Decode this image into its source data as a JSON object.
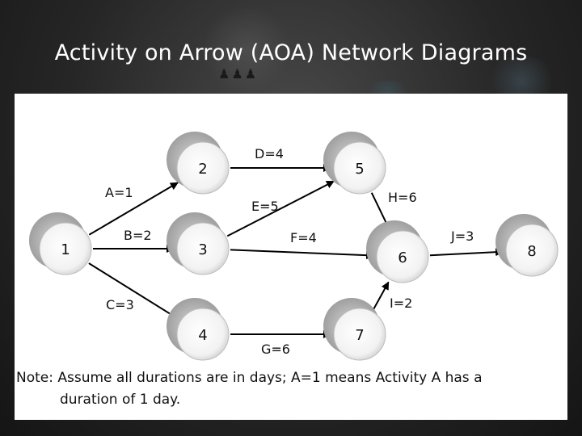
{
  "slide": {
    "title": "Activity on Arrow (AOA) Network Diagrams"
  },
  "diagram": {
    "nodes": [
      {
        "id": "1",
        "label": "1"
      },
      {
        "id": "2",
        "label": "2"
      },
      {
        "id": "3",
        "label": "3"
      },
      {
        "id": "4",
        "label": "4"
      },
      {
        "id": "5",
        "label": "5"
      },
      {
        "id": "6",
        "label": "6"
      },
      {
        "id": "7",
        "label": "7"
      },
      {
        "id": "8",
        "label": "8"
      }
    ],
    "edges": [
      {
        "from": "1",
        "to": "2",
        "label": "A=1"
      },
      {
        "from": "1",
        "to": "3",
        "label": "B=2"
      },
      {
        "from": "1",
        "to": "4",
        "label": "C=3"
      },
      {
        "from": "2",
        "to": "5",
        "label": "D=4"
      },
      {
        "from": "3",
        "to": "5",
        "label": "E=5"
      },
      {
        "from": "3",
        "to": "6",
        "label": "F=4"
      },
      {
        "from": "4",
        "to": "7",
        "label": "G=6"
      },
      {
        "from": "5",
        "to": "6",
        "label": "H=6"
      },
      {
        "from": "7",
        "to": "6",
        "label": "I=2"
      },
      {
        "from": "6",
        "to": "8",
        "label": "J=3"
      }
    ],
    "note_line1": "Note:  Assume all durations are in days;  A=1 means Activity A has a",
    "note_line2": "duration of 1 day."
  }
}
